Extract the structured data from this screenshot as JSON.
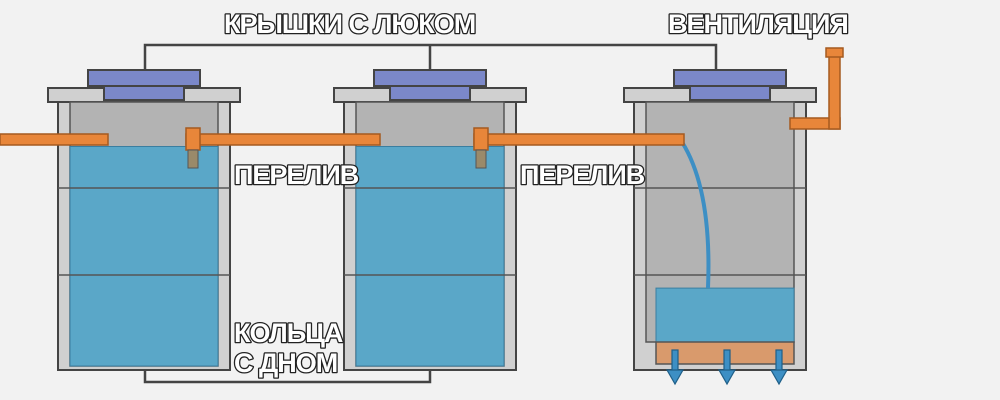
{
  "labels": {
    "lids": "КРЫШКИ С ЛЮКОМ",
    "ventilation": "ВЕНТИЛЯЦИЯ",
    "overflow_1": "ПЕРЕЛИВ",
    "overflow_2": "ПЕРЕЛИВ",
    "rings_line1": "КОЛЬЦА",
    "rings_line2": "С ДНОМ"
  },
  "colors": {
    "background": "#f2f2f2",
    "concrete": "#d0d0d0",
    "tank_inside": "#b3b3b3",
    "water": "#5aa7c8",
    "pipe": "#e8863a",
    "lid": "#7b88c9",
    "gravel": "#d99a6c",
    "drain_arrow": "#3d8fc4",
    "outline": "#444444"
  },
  "water_fill_levels": {
    "septic_chamber_1": 0.93,
    "septic_chamber_2": 0.93,
    "filter_well": 0.35
  }
}
